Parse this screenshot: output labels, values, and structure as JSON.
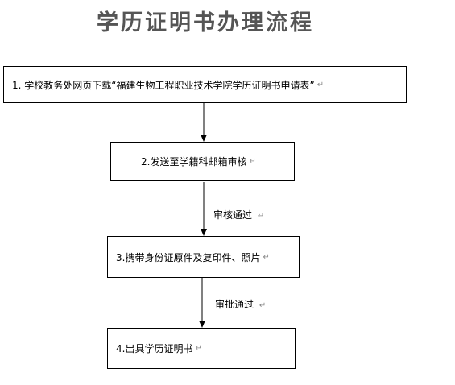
{
  "title": "学历证明书办理流程",
  "return_mark": "↵",
  "steps": [
    {
      "text": "1. 学校教务处网页下载“福建生物工程职业技术学院学历证明书申请表”"
    },
    {
      "text": "2.发送至学籍科邮箱审核"
    },
    {
      "text": "3.携带身份证原件及复印件、照片"
    },
    {
      "text": "4.出具学历证明书"
    }
  ],
  "transitions": [
    {
      "label": ""
    },
    {
      "label": "审核通过"
    },
    {
      "label": "审批通过"
    }
  ]
}
